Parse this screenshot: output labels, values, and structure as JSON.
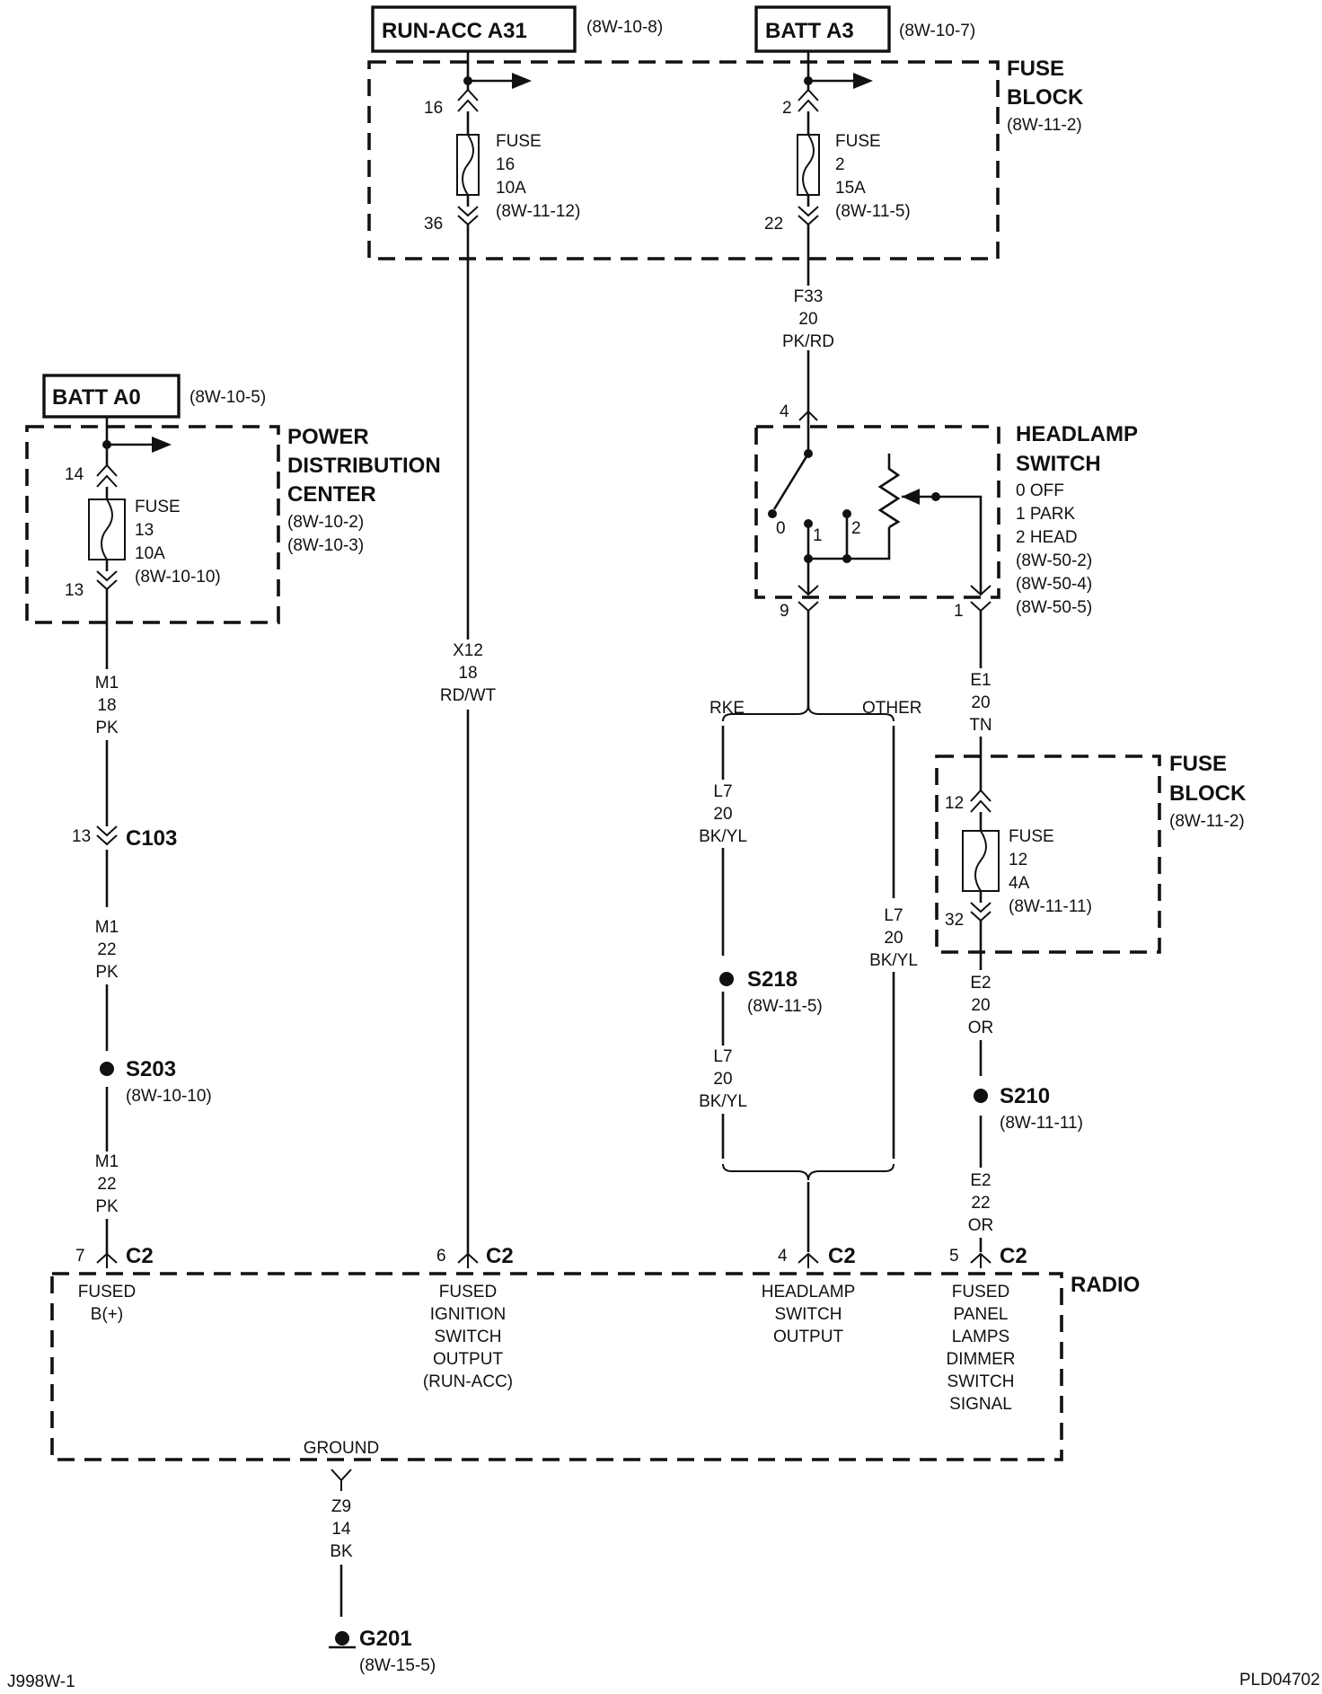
{
  "sources": {
    "run_acc": {
      "label": "RUN-ACC A31",
      "ref": "(8W-10-8)"
    },
    "batt_a3": {
      "label": "BATT A3",
      "ref": "(8W-10-7)"
    },
    "batt_a0": {
      "label": "BATT A0",
      "ref": "(8W-10-5)"
    }
  },
  "fuse_block_top": {
    "title1": "FUSE",
    "title2": "BLOCK",
    "ref": "(8W-11-2)"
  },
  "fuse16": {
    "pin_in": "16",
    "pin_out": "36",
    "l1": "FUSE",
    "l2": "16",
    "l3": "10A",
    "l4": "(8W-11-12)"
  },
  "fuse2": {
    "pin_in": "2",
    "pin_out": "22",
    "l1": "FUSE",
    "l2": "2",
    "l3": "15A",
    "l4": "(8W-11-5)"
  },
  "pdc": {
    "title1": "POWER",
    "title2": "DISTRIBUTION",
    "title3": "CENTER",
    "ref1": "(8W-10-2)",
    "ref2": "(8W-10-3)"
  },
  "fuse13": {
    "pin_in": "14",
    "pin_out": "13",
    "l1": "FUSE",
    "l2": "13",
    "l3": "10A",
    "l4": "(8W-10-10)"
  },
  "wires": {
    "x12": {
      "id": "X12",
      "gauge": "18",
      "color": "RD/WT"
    },
    "f33": {
      "id": "F33",
      "gauge": "20",
      "color": "PK/RD"
    },
    "m1_18": {
      "id": "M1",
      "gauge": "18",
      "color": "PK"
    },
    "m1_22a": {
      "id": "M1",
      "gauge": "22",
      "color": "PK"
    },
    "m1_22b": {
      "id": "M1",
      "gauge": "22",
      "color": "PK"
    },
    "e1": {
      "id": "E1",
      "gauge": "20",
      "color": "TN"
    },
    "e2_20": {
      "id": "E2",
      "gauge": "20",
      "color": "OR"
    },
    "e2_22": {
      "id": "E2",
      "gauge": "22",
      "color": "OR"
    },
    "l7_a": {
      "id": "L7",
      "gauge": "20",
      "color": "BK/YL"
    },
    "l7_b": {
      "id": "L7",
      "gauge": "20",
      "color": "BK/YL"
    },
    "l7_c": {
      "id": "L7",
      "gauge": "20",
      "color": "BK/YL"
    },
    "z9": {
      "id": "Z9",
      "gauge": "14",
      "color": "BK"
    }
  },
  "headlamp": {
    "title1": "HEADLAMP",
    "title2": "SWITCH",
    "s0": "0 OFF",
    "s1": "1 PARK",
    "s2": "2 HEAD",
    "ref1": "(8W-50-2)",
    "ref2": "(8W-50-4)",
    "ref3": "(8W-50-5)",
    "pin_in": "4",
    "pin_out_left": "9",
    "pin_out_right": "1",
    "pos0": "0",
    "pos1": "1",
    "pos2": "2"
  },
  "branch": {
    "rke": "RKE",
    "other": "OTHER"
  },
  "connectors": {
    "c103_pin": "13",
    "c103": "C103"
  },
  "splices": {
    "s203": {
      "label": "S203",
      "ref": "(8W-10-10)"
    },
    "s218": {
      "label": "S218",
      "ref": "(8W-11-5)"
    },
    "s210": {
      "label": "S210",
      "ref": "(8W-11-11)"
    }
  },
  "fuse_block_2": {
    "title1": "FUSE",
    "title2": "BLOCK",
    "ref": "(8W-11-2)"
  },
  "fuse12": {
    "pin_in": "12",
    "pin_out": "32",
    "l1": "FUSE",
    "l2": "12",
    "l3": "4A",
    "l4": "(8W-11-11)"
  },
  "radio": {
    "title": "RADIO",
    "c2": "C2",
    "pin7": "7",
    "pin6": "6",
    "pin4": "4",
    "pin5": "5",
    "fused_b": [
      "FUSED",
      "B(+)"
    ],
    "fused_ign": [
      "FUSED",
      "IGNITION",
      "SWITCH",
      "OUTPUT",
      "(RUN-ACC)"
    ],
    "headlamp_out": [
      "HEADLAMP",
      "SWITCH",
      "OUTPUT"
    ],
    "panel_dimmer": [
      "FUSED",
      "PANEL",
      "LAMPS",
      "DIMMER",
      "SWITCH",
      "SIGNAL"
    ],
    "ground": "GROUND"
  },
  "ground": {
    "label": "G201",
    "ref": "(8W-15-5)"
  },
  "footer": {
    "left": "J998W-1",
    "right": "PLD04702"
  }
}
